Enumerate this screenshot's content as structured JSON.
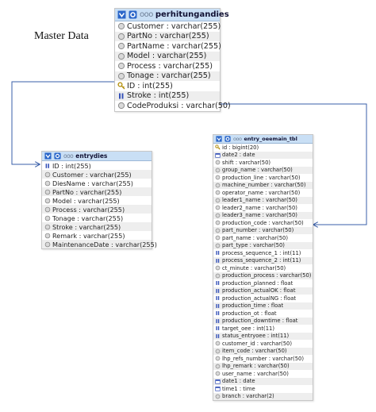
{
  "heading": "Master Data",
  "tables": [
    {
      "id": "t1",
      "name": "perhitungandies",
      "options_glyph": "ooo",
      "columns": [
        {
          "text": "Customer : varchar(255)",
          "icon": "column-icon"
        },
        {
          "text": "PartNo : varchar(255)",
          "icon": "column-icon"
        },
        {
          "text": "PartName : varchar(255)",
          "icon": "column-icon"
        },
        {
          "text": "Model : varchar(255)",
          "icon": "column-icon"
        },
        {
          "text": "Process : varchar(255)",
          "icon": "column-icon"
        },
        {
          "text": "Tonage : varchar(255)",
          "icon": "column-icon"
        },
        {
          "text": "ID : int(255)",
          "icon": "key-icon"
        },
        {
          "text": "Stroke : int(255)",
          "icon": "numeric-icon"
        },
        {
          "text": "CodeProduksi : varchar(50)",
          "icon": "column-icon"
        }
      ]
    },
    {
      "id": "t2",
      "name": "entrydies",
      "options_glyph": "ooo",
      "columns": [
        {
          "text": "ID : int(255)",
          "icon": "numeric-icon"
        },
        {
          "text": "Customer : varchar(255)",
          "icon": "column-icon"
        },
        {
          "text": "DiesName : varchar(255)",
          "icon": "column-icon"
        },
        {
          "text": "PartNo : varchar(255)",
          "icon": "column-icon"
        },
        {
          "text": "Model : varchar(255)",
          "icon": "column-icon"
        },
        {
          "text": "Process : varchar(255)",
          "icon": "column-icon"
        },
        {
          "text": "Tonage : varchar(255)",
          "icon": "column-icon"
        },
        {
          "text": "Stroke : varchar(255)",
          "icon": "column-icon"
        },
        {
          "text": "Remark : varchar(255)",
          "icon": "column-icon"
        },
        {
          "text": "MaintenanceDate : varchar(255)",
          "icon": "column-icon"
        }
      ]
    },
    {
      "id": "t3",
      "name": "entry_oeemain_tbl",
      "options_glyph": "ooo",
      "columns": [
        {
          "text": "id : bigint(20)",
          "icon": "key-icon"
        },
        {
          "text": "date2 : date",
          "icon": "date-icon"
        },
        {
          "text": "shift : varchar(50)",
          "icon": "column-icon"
        },
        {
          "text": "group_name : varchar(50)",
          "icon": "column-icon"
        },
        {
          "text": "production_line : varchar(50)",
          "icon": "column-icon"
        },
        {
          "text": "machine_number : varchar(50)",
          "icon": "column-icon"
        },
        {
          "text": "operator_name : varchar(50)",
          "icon": "column-icon"
        },
        {
          "text": "leader1_name : varchar(50)",
          "icon": "column-icon"
        },
        {
          "text": "leader2_name : varchar(50)",
          "icon": "column-icon"
        },
        {
          "text": "leader3_name : varchar(50)",
          "icon": "column-icon"
        },
        {
          "text": "production_code : varchar(50)",
          "icon": "column-icon"
        },
        {
          "text": "part_number : varchar(50)",
          "icon": "column-icon"
        },
        {
          "text": "part_name : varchar(50)",
          "icon": "column-icon"
        },
        {
          "text": "part_type : varchar(50)",
          "icon": "column-icon"
        },
        {
          "text": "process_sequence_1 : int(11)",
          "icon": "numeric-icon"
        },
        {
          "text": "process_sequence_2 : int(11)",
          "icon": "numeric-icon"
        },
        {
          "text": "ct_minute : varchar(50)",
          "icon": "column-icon"
        },
        {
          "text": "production_process : varchar(50)",
          "icon": "column-icon"
        },
        {
          "text": "production_planned : float",
          "icon": "numeric-icon"
        },
        {
          "text": "production_actualOK : float",
          "icon": "numeric-icon"
        },
        {
          "text": "production_actualNG : float",
          "icon": "numeric-icon"
        },
        {
          "text": "production_time : float",
          "icon": "numeric-icon"
        },
        {
          "text": "production_ot : float",
          "icon": "numeric-icon"
        },
        {
          "text": "production_downtime : float",
          "icon": "numeric-icon"
        },
        {
          "text": "target_oee : int(11)",
          "icon": "numeric-icon"
        },
        {
          "text": "status_entryoee : int(11)",
          "icon": "numeric-icon"
        },
        {
          "text": "customer_id : varchar(50)",
          "icon": "column-icon"
        },
        {
          "text": "item_code : varchar(50)",
          "icon": "column-icon"
        },
        {
          "text": "lhp_refs_number : varchar(50)",
          "icon": "column-icon"
        },
        {
          "text": "lhp_remark : varchar(50)",
          "icon": "column-icon"
        },
        {
          "text": "user_name : varchar(50)",
          "icon": "column-icon"
        },
        {
          "text": "date1 : date",
          "icon": "date-icon"
        },
        {
          "text": "time1 : time",
          "icon": "date-icon"
        },
        {
          "text": "branch : varchar(2)",
          "icon": "column-icon"
        }
      ]
    }
  ]
}
